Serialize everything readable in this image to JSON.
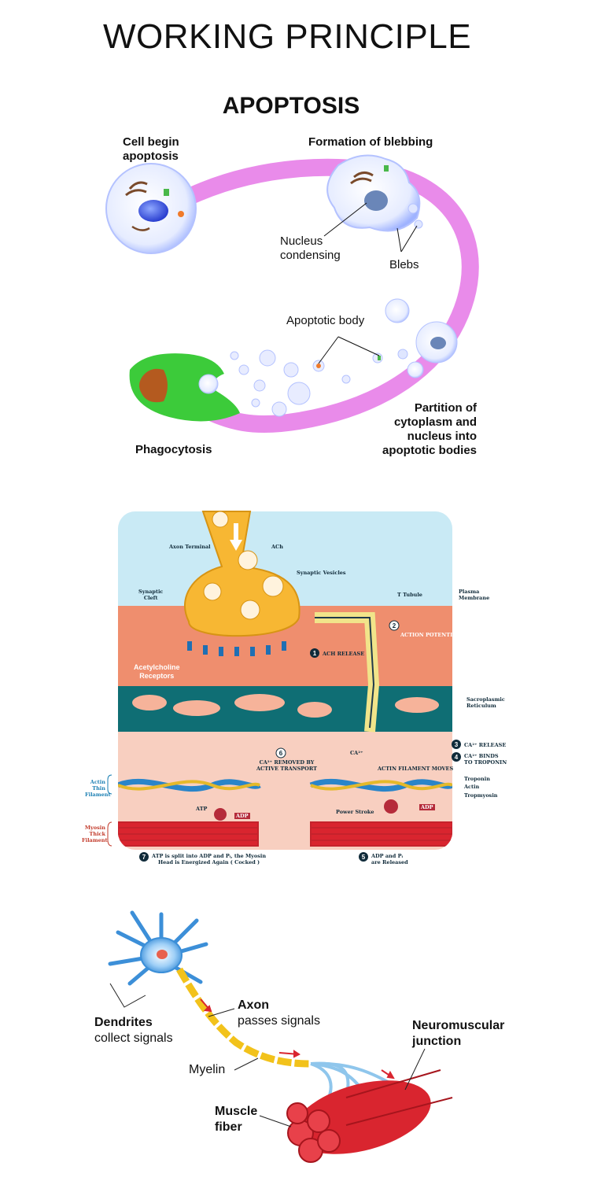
{
  "page_title": "WORKING PRINCIPLE",
  "apoptosis": {
    "title": "APOPTOSIS",
    "labels": {
      "cell_begin": "Cell begin\napoptosis",
      "blebbing": "Formation of blebbing",
      "nucleus": "Nucleus\ncondensing",
      "blebs": "Blebs",
      "apoptotic_body": "Apoptotic body",
      "partition": "Partition of\ncytoplasm and\nnucleus into\napoptotic bodies",
      "phagocytosis": "Phagocytosis"
    }
  },
  "nmj": {
    "labels": {
      "axon_terminal": "Axon Terminal",
      "ach": "ACh",
      "synaptic_vesicles": "Synaptic Vesicles",
      "synaptic_cleft": "Synaptic\nCleft",
      "t_tubule": "T Tubule",
      "plasma_membrane": "Plasma\nMembrane",
      "ach_receptors": "Acetylcholine\nReceptors",
      "sarcoplasmic": "Sacroplasmic\nReticulum",
      "actin_thin": "Actin\nThin\nFilament",
      "myosin_thick": "Myosin\nThick\nFilament",
      "troponin": "Troponin",
      "actin": "Actin",
      "tropmyosin": "Tropmyosin",
      "power_stroke": "Power Stroke",
      "ca": "CA²⁺",
      "atp": "ATP",
      "adp": "ADP",
      "pi": "Pᵢ"
    },
    "steps": [
      {
        "num": "1",
        "text": "ACH RELEASE"
      },
      {
        "num": "2",
        "text": "ACTION POTENTIAL"
      },
      {
        "num": "3",
        "text": "CA²⁺ RELEASE"
      },
      {
        "num": "4",
        "text": "CA²⁺ BINDS\nTO TROPONIN"
      },
      {
        "num": "5",
        "text": "ADP and Pᵢ\nare Released"
      },
      {
        "num": "6",
        "text": "CA²⁺ REMOVED BY\nACTIVE TRANSPORT"
      },
      {
        "num": "7",
        "text": "ATP is split into ADP and Pᵢ, the Myosin\nHead is Energized Again ( Cocked )"
      }
    ],
    "actin_moves": "ACTIN FILAMENT  MOVES"
  },
  "neuron": {
    "dendrites_title": "Dendrites",
    "dendrites_sub": "collect signals",
    "axon_title": "Axon",
    "axon_sub": "passes signals",
    "myelin": "Myelin",
    "nmj_title": "Neuromuscular\njunction",
    "muscle": "Muscle\nfiber"
  },
  "colors": {
    "pink_arc": "#e77ee8",
    "phagocyte": "#3ccb3a",
    "muscle_red": "#d9252f",
    "myelin_yellow": "#f2c21b",
    "sr_teal": "#0f6e74",
    "membrane_salmon": "#ef8e6e"
  }
}
